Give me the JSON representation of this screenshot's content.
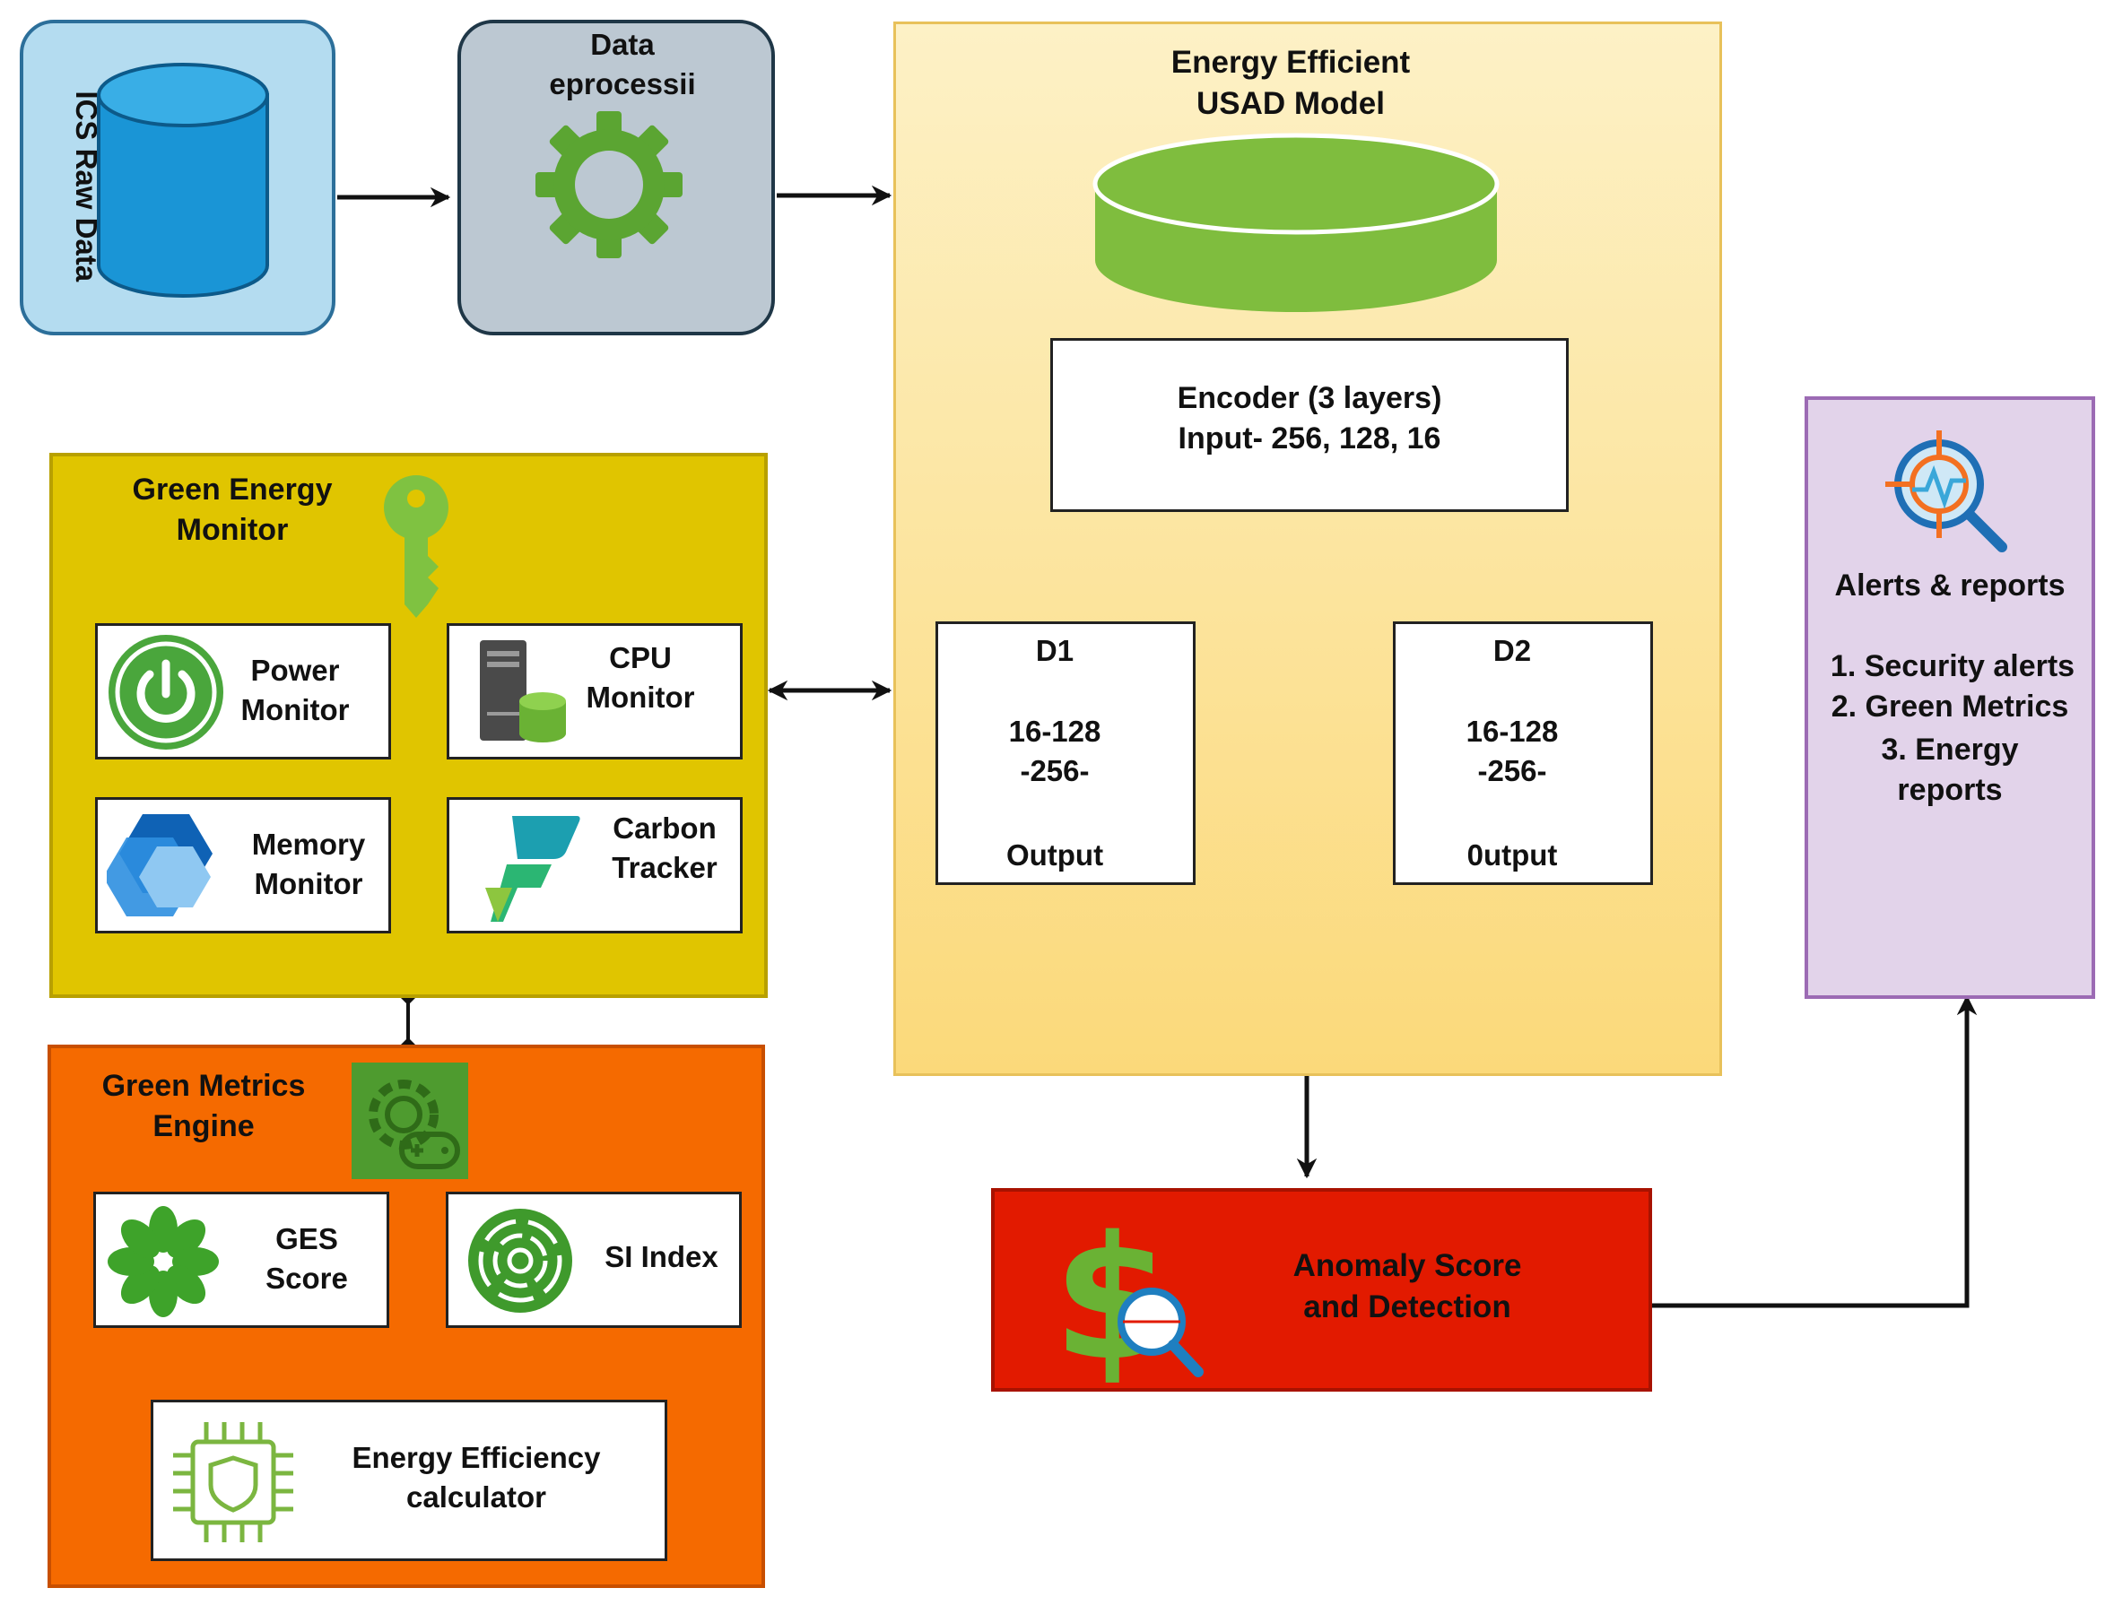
{
  "colors": {
    "ics": "#b4dcf0",
    "pre": "#bcc8d2",
    "usad_top": "#fdf1c6",
    "usad_bottom": "#fbd97a",
    "green_monitor": "#e0c500",
    "metrics": "#f56a00",
    "anomaly": "#e21a00",
    "alerts": "#e2d3ea",
    "green_accent": "#6ab234"
  },
  "ics": {
    "title": "ICS Raw Data",
    "icon": "database-icon"
  },
  "preprocessing": {
    "title": "Data\neprocessii",
    "icon": "gear-icon"
  },
  "usad": {
    "title": "Energy Efficient\nUSAD Model",
    "icon": "disk-icon",
    "encoder": "Encoder (3 layers)\nInput- 256, 128, 16",
    "d1": {
      "name": "D1",
      "layers": "16-128\n-256-",
      "output": "Output"
    },
    "d2": {
      "name": "D2",
      "layers": "16-128\n-256-",
      "output": "0utput"
    }
  },
  "monitor": {
    "title": "Green Energy\nMonitor",
    "icon": "key-icon",
    "items": [
      {
        "label": "Power\nMonitor",
        "icon": "power-icon"
      },
      {
        "label": "CPU\nMonitor",
        "icon": "server-icon"
      },
      {
        "label": "Memory\nMonitor",
        "icon": "memory-icon"
      },
      {
        "label": "Carbon\nTracker",
        "icon": "carbon-tracker-icon"
      }
    ]
  },
  "metrics": {
    "title": "Green Metrics\nEngine",
    "icon": "gear-gamepad-icon",
    "items": [
      {
        "label": "GES\nScore",
        "icon": "flower-icon"
      },
      {
        "label": "SI Index",
        "icon": "swirl-icon"
      },
      {
        "label": "Energy Efficiency\ncalculator",
        "icon": "chip-shield-icon"
      }
    ]
  },
  "anomaly": {
    "title": "Anomaly Score\nand Detection",
    "icon": "dollar-search-icon"
  },
  "alerts": {
    "title": "Alerts & reports",
    "lines": [
      "1. Security alerts",
      "2. Green Metrics",
      "3. Energy\nreports"
    ],
    "icon": "target-search-icon"
  }
}
